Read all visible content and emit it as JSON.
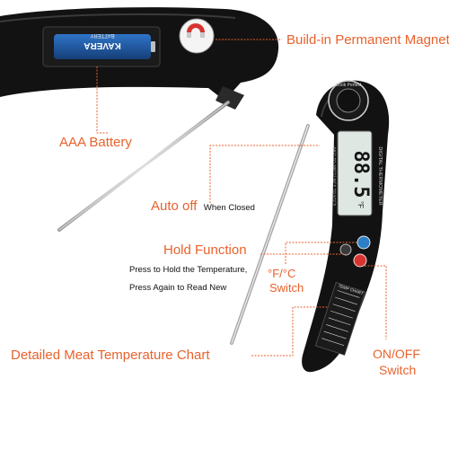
{
  "callouts": {
    "magnet": "Build-in Permanent Magnet",
    "battery": "AAA Battery",
    "auto_off": "Auto off",
    "auto_off_note": "When Closed",
    "hold": "Hold Function",
    "hold_note_1": "Press to Hold the Temperature,",
    "hold_note_2": "Press Again to Read New",
    "unit_switch_1": "°F/°C",
    "unit_switch_2": "Switch",
    "chart": "Detailed Meat Temperature Chart",
    "onoff_1": "ON/OFF",
    "onoff_2": "Switch"
  },
  "device": {
    "display_reading": "88.5",
    "display_unit": "°F",
    "display_model": "DIGITAL THERMOMETER",
    "display_range": "-58°C TO 300°C/-58°F TO 572°F",
    "battery_label_1": "KAVERA",
    "battery_label_2": "BATTERY",
    "ring_text": "Cook Perfect",
    "chart_title": "TEMP CHART"
  },
  "colors": {
    "accent": "#e8622c",
    "body": "#121212",
    "lcd": "#dfe7e3",
    "button_unit": "#2c7fc4",
    "button_power": "#d8342f",
    "battery": "#1f5aa5"
  }
}
